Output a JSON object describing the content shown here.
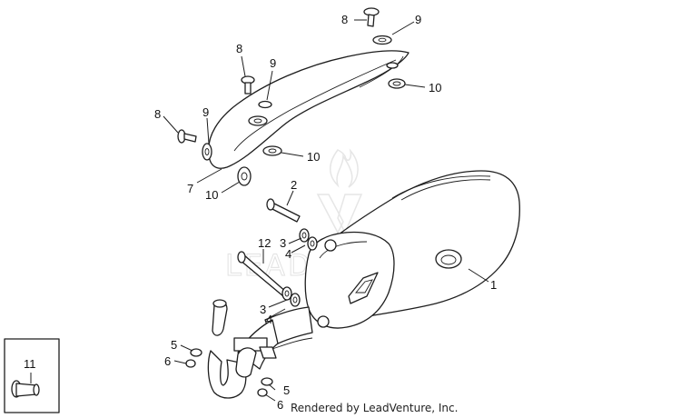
{
  "watermark": {
    "brand": "LEADVENTURE"
  },
  "credit": "Rendered by LeadVenture, Inc.",
  "callouts": {
    "c1": "1",
    "c2": "2",
    "c3a": "3",
    "c3b": "3",
    "c4a": "4",
    "c4b": "4",
    "c5a": "5",
    "c5b": "5",
    "c6a": "6",
    "c6b": "6",
    "c7": "7",
    "c8a": "8",
    "c8b": "8",
    "c8c": "8",
    "c9a": "9",
    "c9b": "9",
    "c9c": "9",
    "c10a": "10",
    "c10b": "10",
    "c10c": "10",
    "c11": "11",
    "c12": "12"
  }
}
